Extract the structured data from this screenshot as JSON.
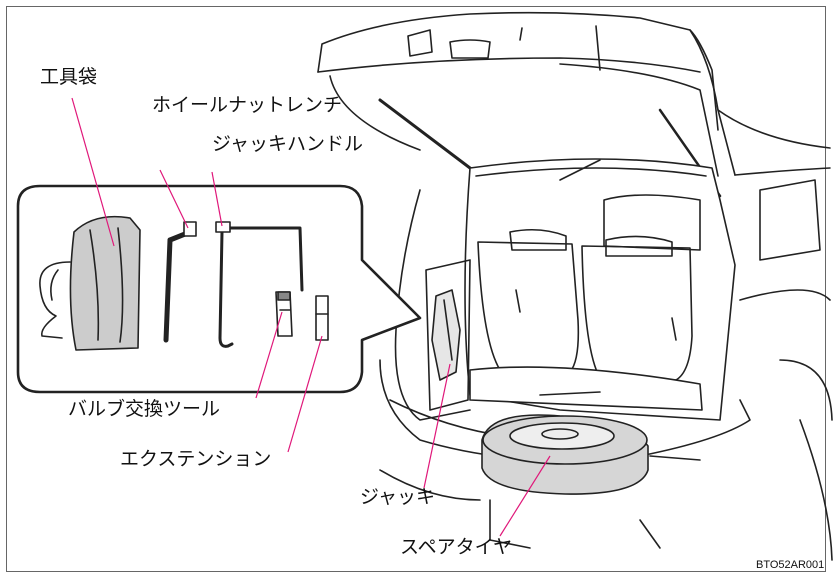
{
  "labels": {
    "tool_bag": "工具袋",
    "wheel_nut_wrench": "ホイールナットレンチ",
    "jack_handle": "ジャッキハンドル",
    "bulb_tool": "バルブ交換ツール",
    "extension": "エクステンション",
    "jack": "ジャッキ",
    "spare_tire": "スペアタイヤ"
  },
  "figure_code": "BTO52AR001",
  "colors": {
    "leader": "#e0187a",
    "tire": "#d6d6d6",
    "bag": "#cccccc",
    "line": "#222222"
  }
}
